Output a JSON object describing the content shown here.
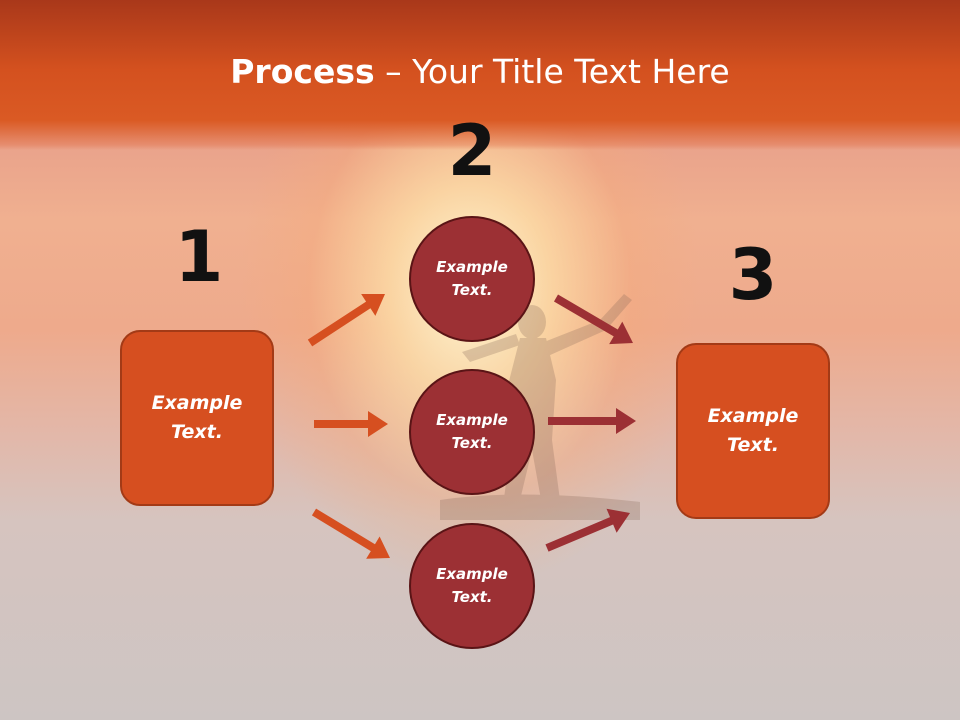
{
  "slide": {
    "title_bold": "Process",
    "title_rest": " – Your Title Text Here"
  },
  "steps": [
    {
      "number": "1",
      "text": "Example Text."
    },
    {
      "number": "2",
      "circles": [
        "Example Text.",
        "Example Text.",
        "Example Text."
      ]
    },
    {
      "number": "3",
      "text": "Example Text."
    }
  ],
  "colors": {
    "box_fill": "#d64f20",
    "circle_fill": "#9c3034",
    "arrow_left": "#d64f20",
    "arrow_right": "#9c3034",
    "header_band": "#d4511f"
  }
}
